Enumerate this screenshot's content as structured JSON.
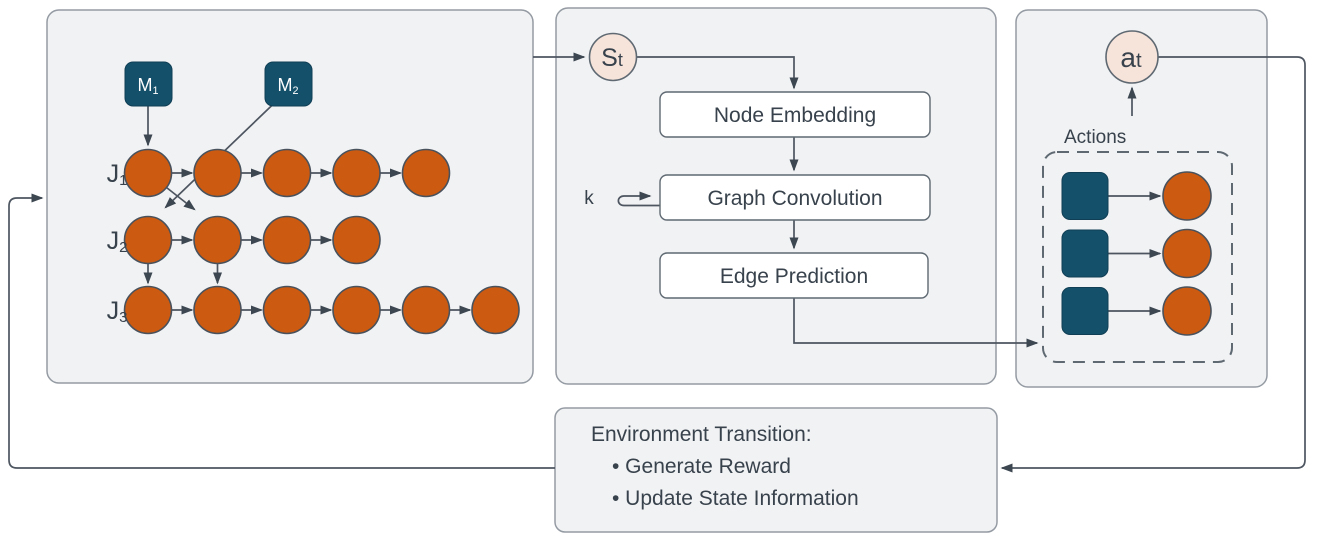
{
  "colors": {
    "operation_fill": "#cd5a11",
    "machine_fill": "#14506a",
    "node_pink": "#f6e3da",
    "panel_gray": "#f1f2f4",
    "line_slate": "#4d5560"
  },
  "state_panel": {
    "machines": [
      {
        "base": "M",
        "sub": "1"
      },
      {
        "base": "M",
        "sub": "2"
      }
    ],
    "jobs": [
      {
        "base": "J",
        "sub": "1",
        "operations": 5
      },
      {
        "base": "J",
        "sub": "2",
        "operations": 4
      },
      {
        "base": "J",
        "sub": "3",
        "operations": 6
      }
    ]
  },
  "policy_panel": {
    "state_node": {
      "base": "S",
      "sub": "t"
    },
    "k_label": "k",
    "blocks": [
      "Node Embedding",
      "Graph Convolution",
      "Edge Prediction"
    ]
  },
  "action_panel": {
    "action_node": {
      "base": "a",
      "sub": "t"
    },
    "actions_label": "Actions",
    "action_count": 3
  },
  "environment_box": {
    "title": "Environment Transition:",
    "bullets": [
      "• Generate Reward",
      "• Update State Information"
    ]
  }
}
